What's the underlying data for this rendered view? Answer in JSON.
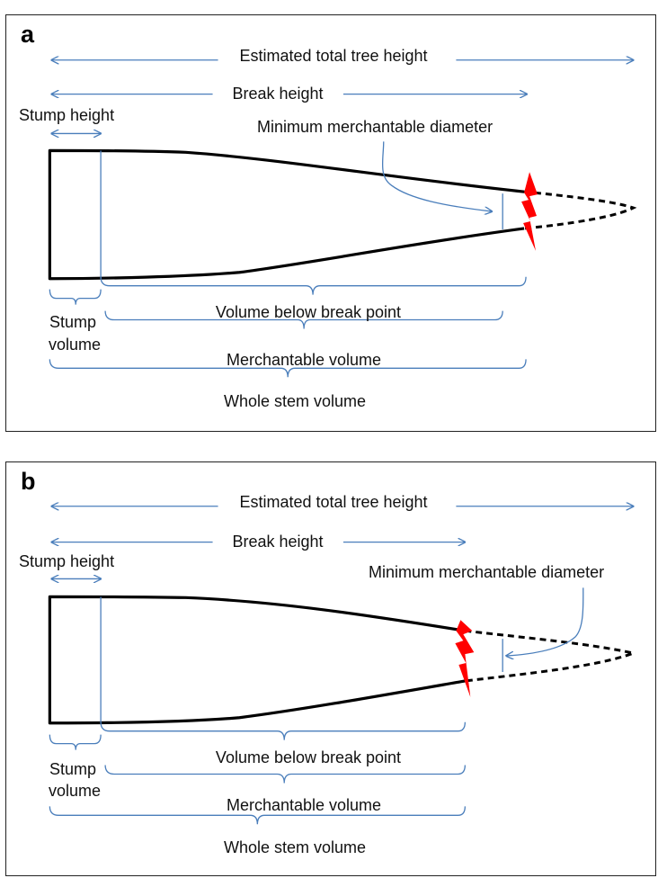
{
  "panels": [
    {
      "letter": "a",
      "labels": {
        "total_height": "Estimated total tree height",
        "break_height": "Break height",
        "stump_height": "Stump height",
        "min_merch_diameter": "Minimum merchantable diameter",
        "volume_below_break": "Volume below break point",
        "stump_volume_1": "Stump",
        "stump_volume_2": "volume",
        "merchantable_volume": "Merchantable volume",
        "whole_stem_volume": "Whole stem volume"
      }
    },
    {
      "letter": "b",
      "labels": {
        "total_height": "Estimated total tree height",
        "break_height": "Break height",
        "stump_height": "Stump height",
        "min_merch_diameter": "Minimum merchantable diameter",
        "volume_below_break": "Volume below break point",
        "stump_volume_1": "Stump",
        "stump_volume_2": "volume",
        "merchantable_volume": "Merchantable volume",
        "whole_stem_volume": "Whole stem volume"
      }
    }
  ],
  "colors": {
    "annotation": "#4a7ebb",
    "stem": "#000000",
    "break_mark": "#ff0000",
    "border": "#222222"
  }
}
